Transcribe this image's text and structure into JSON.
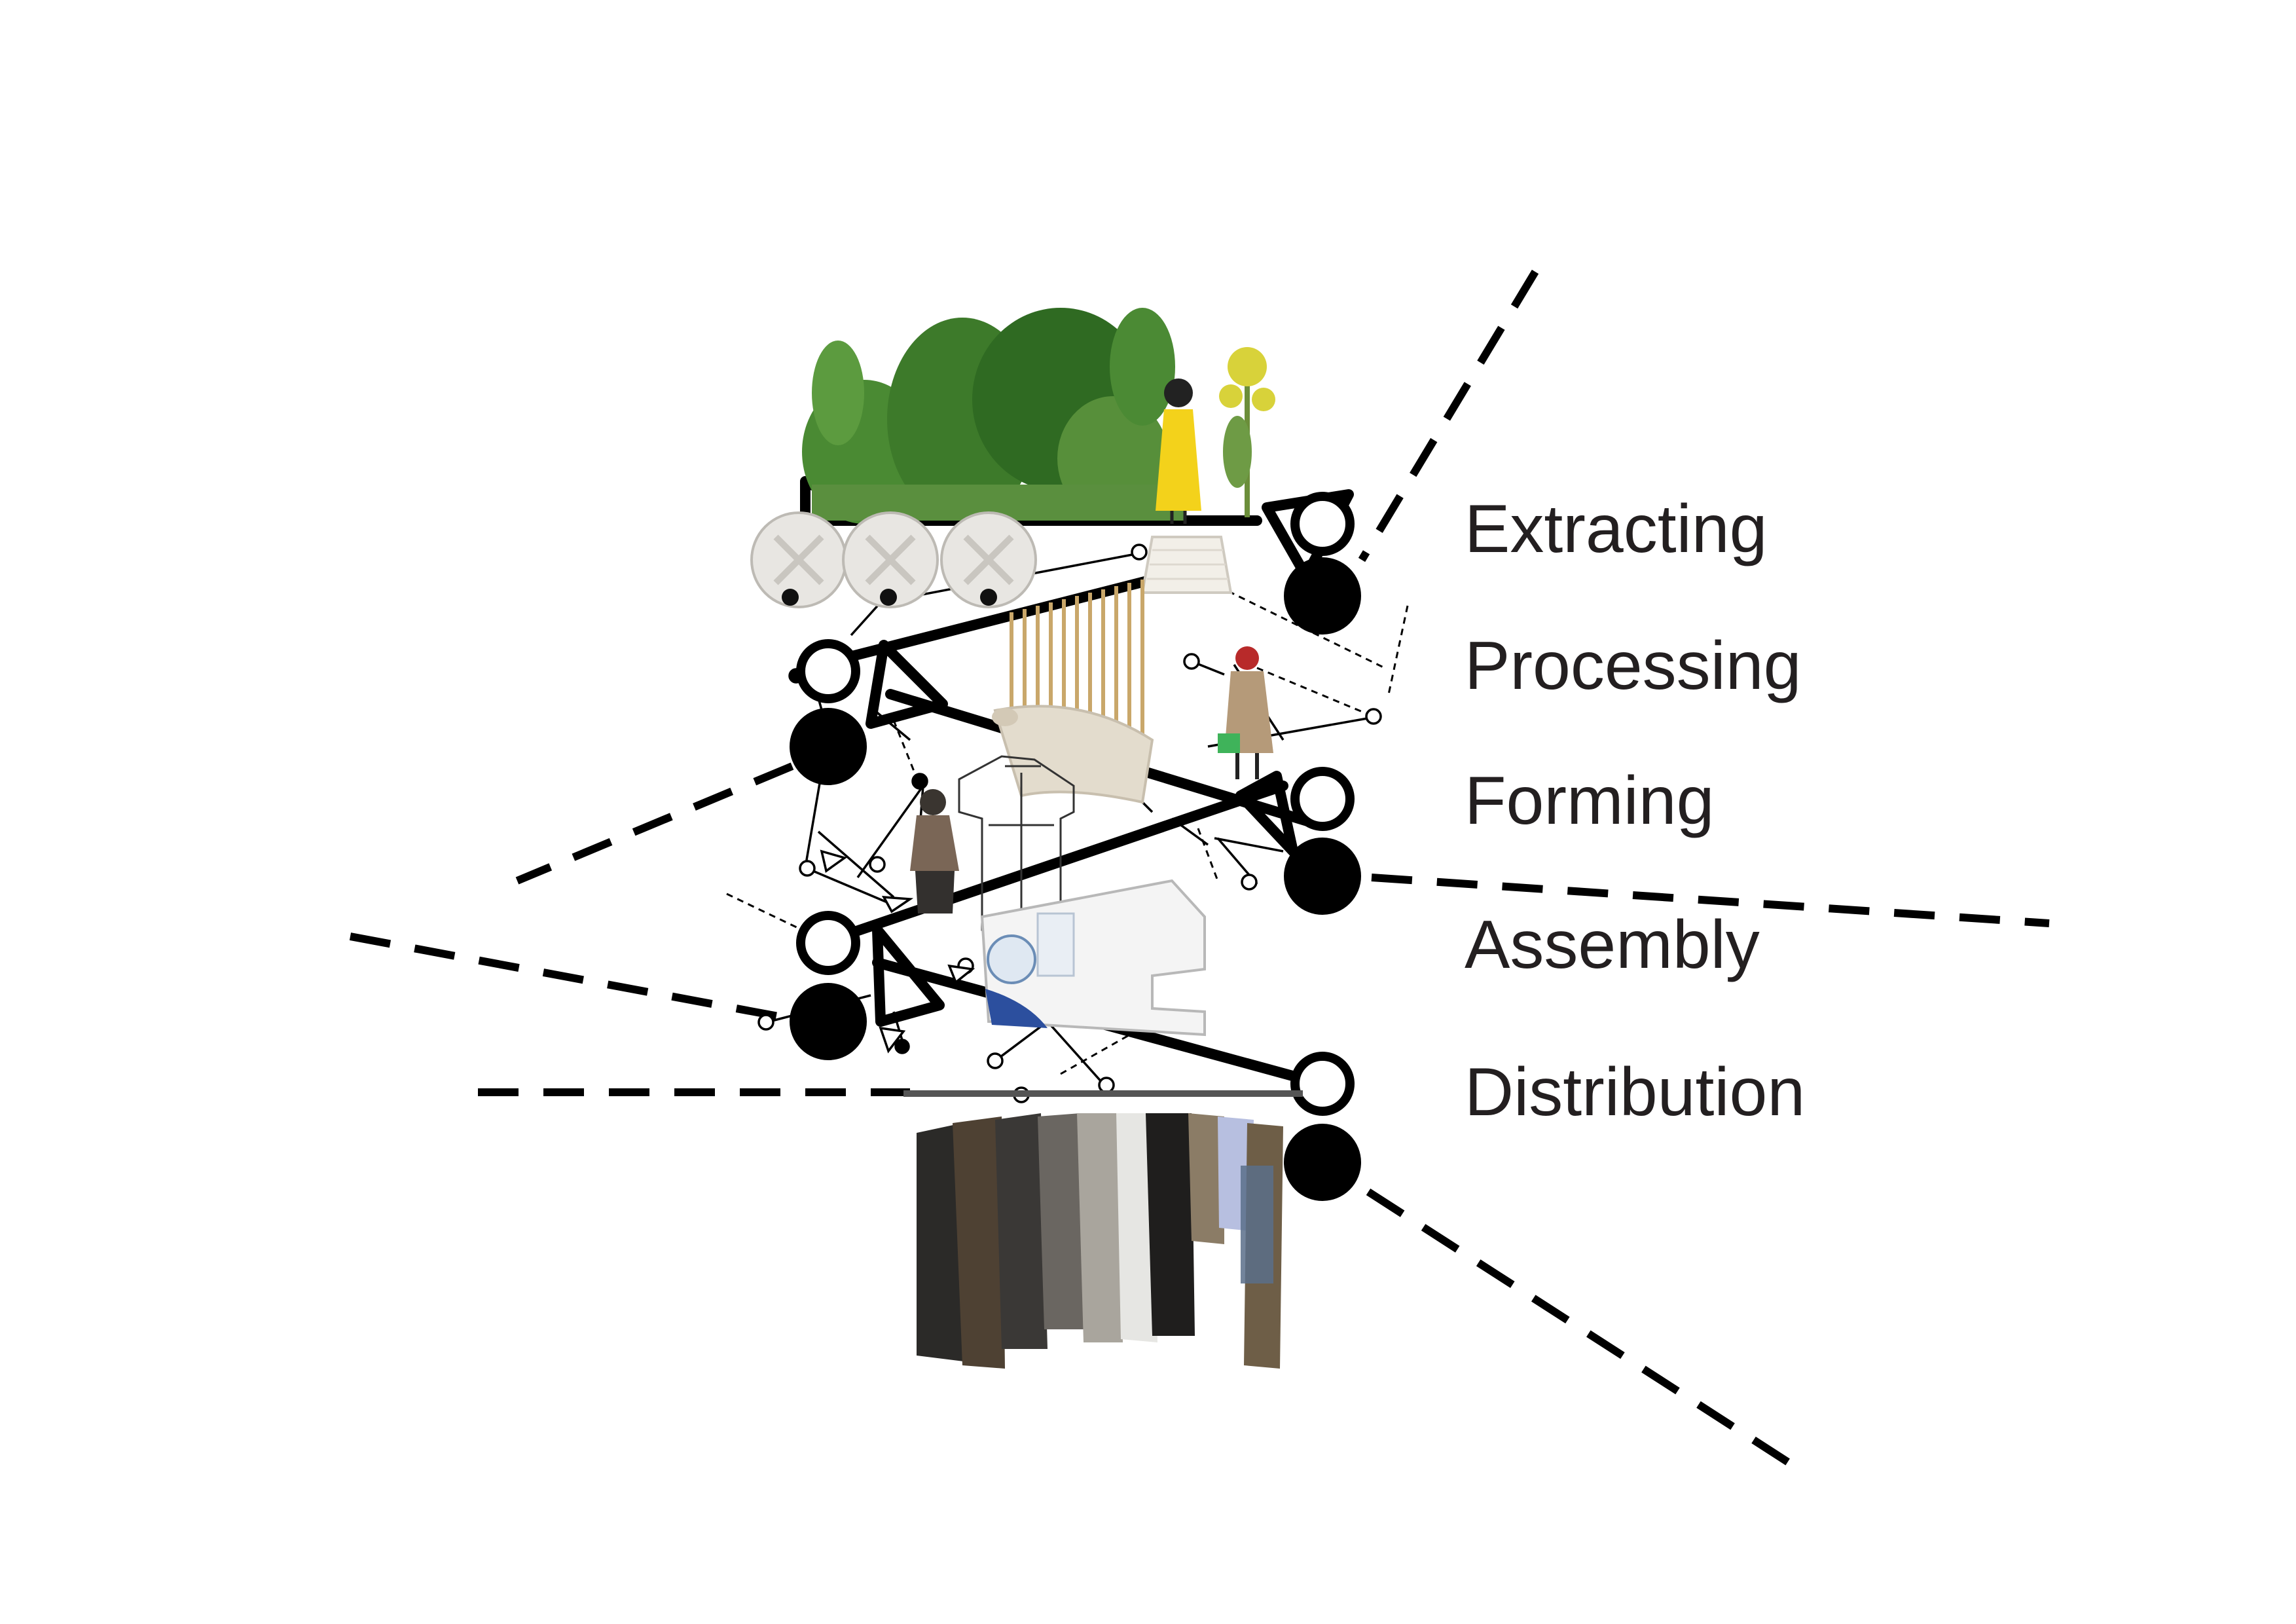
{
  "diagram": {
    "stages": [
      {
        "id": "extracting",
        "label": "Extracting"
      },
      {
        "id": "processing",
        "label": "Processing"
      },
      {
        "id": "forming",
        "label": "Forming"
      },
      {
        "id": "assembly",
        "label": "Assembly"
      },
      {
        "id": "distribution",
        "label": "Distribution"
      }
    ],
    "imagery": [
      "hemp-plants",
      "yellow-costume-figure",
      "water-tanks",
      "yarn-spool",
      "fabric-roll",
      "garment-pattern-sheet",
      "masked-figure-with-basket",
      "coated-figure",
      "sewing-machine",
      "clothing-rack"
    ],
    "colors": {
      "ink": "#000000",
      "label": "#231f20",
      "background": "#ffffff"
    }
  }
}
